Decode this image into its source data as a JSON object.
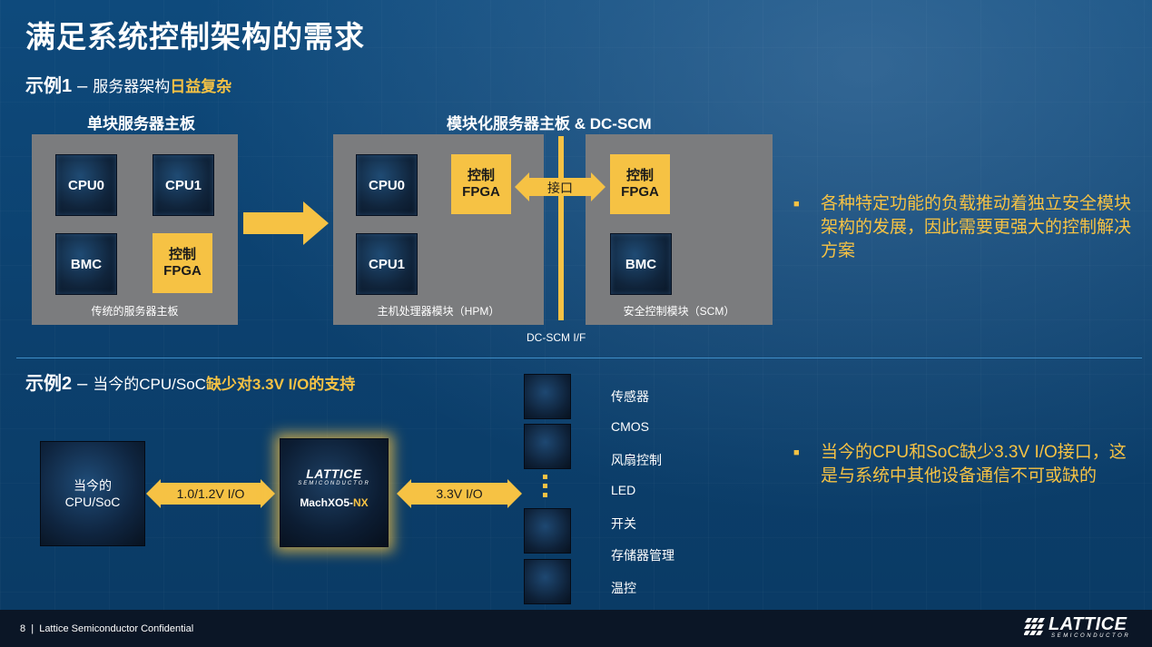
{
  "title": "满足系统控制架构的需求",
  "example1": {
    "label": "示例1",
    "dash": "–",
    "text": "服务器架构",
    "highlight": "日益复杂",
    "left_title": "单块服务器主板",
    "right_title": "模块化服务器主板 & DC-SCM",
    "left_panel": {
      "chips": [
        "CPU0",
        "CPU1",
        "BMC"
      ],
      "fpga_line1": "控制",
      "fpga_line2": "FPGA",
      "caption": "传统的服务器主板"
    },
    "hpm_panel": {
      "chips": [
        "CPU0",
        "CPU1"
      ],
      "fpga_line1": "控制",
      "fpga_line2": "FPGA",
      "caption": "主机处理器模块（HPM）"
    },
    "scm_panel": {
      "chips": [
        "BMC"
      ],
      "fpga_line1": "控制",
      "fpga_line2": "FPGA",
      "caption": "安全控制模块（SCM）"
    },
    "interface_label": "接口",
    "bus_label": "DC-SCM I/F",
    "bullet": "各种特定功能的负载推动着独立安全模块架构的发展，因此需要更强大的控制解决方案"
  },
  "example2": {
    "label": "示例2",
    "dash": "–",
    "text": "当今的CPU/SoC",
    "highlight": "缺少对3.3V I/O的支持",
    "cpu_chip": "当今的\nCPU/SoC",
    "left_arrow_label": "1.0/1.2V I/O",
    "right_arrow_label": "3.3V I/O",
    "lattice_brand": "LATTICE",
    "lattice_semi": "SEMICONDUCTOR",
    "model_main": "MachXO5-",
    "model_suffix": "NX",
    "io_items": [
      "传感器",
      "CMOS",
      "风扇控制",
      "LED",
      "开关",
      "存储器管理",
      "温控"
    ],
    "bullet": "当今的CPU和SoC缺少3.3V I/O接口，这是与系统中其他设备通信不可或缺的"
  },
  "footer": {
    "text": "8  |  Lattice Semiconductor Confidential",
    "logo_text": "LATTICE",
    "logo_sub": "SEMICONDUCTOR"
  },
  "colors": {
    "accent": "#f6c244",
    "panel": "#7b7c7e",
    "background": "#0c416f"
  }
}
